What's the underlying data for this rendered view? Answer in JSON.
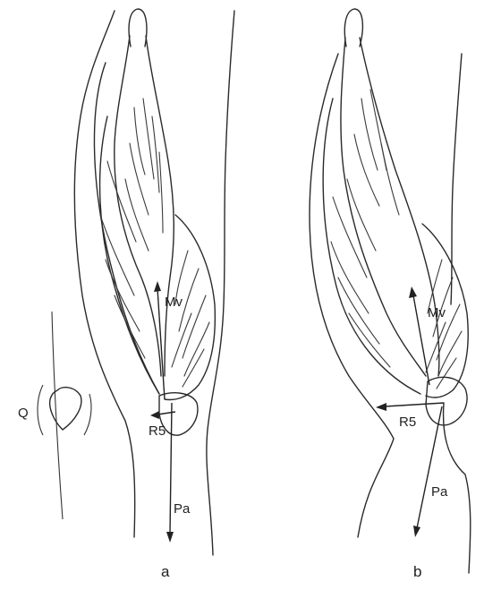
{
  "figure": {
    "panel_a": {
      "caption": "a",
      "labels": {
        "mv": "Mv",
        "r5": "R5",
        "pa": "Pa",
        "q": "Q"
      }
    },
    "panel_b": {
      "caption": "b",
      "labels": {
        "mv": "Mv",
        "r5": "R5",
        "pa": "Pa"
      }
    }
  },
  "colors": {
    "ink": "#2a2a2a",
    "background": "#ffffff"
  }
}
